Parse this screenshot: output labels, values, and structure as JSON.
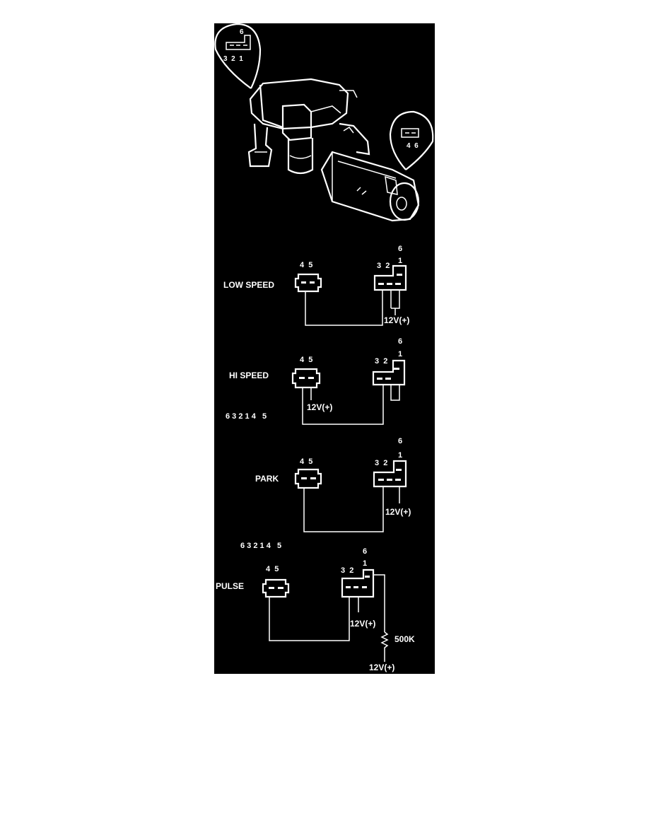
{
  "colors": {
    "panel": "#000000",
    "ink": "#ffffff",
    "page": "#ffffff"
  },
  "illustration": {
    "left_callout": {
      "top_pin": "6",
      "pins": "3  2  1"
    },
    "right_callout": {
      "pins": "4  6"
    }
  },
  "sections": {
    "low_speed": {
      "label": "LOW SPEED",
      "left_pins": "4  5",
      "right_pins": "3  2",
      "pin_1": "1",
      "pin_6": "6",
      "supply": "12V(+)"
    },
    "hi_speed": {
      "label": "HI SPEED",
      "left_pins": "4  5",
      "right_pins": "3  2",
      "pin_1": "1",
      "pin_6": "6",
      "supply": "12V(+)",
      "sequence": "6 3 2 1 4   5"
    },
    "park": {
      "label": "PARK",
      "left_pins": "4  5",
      "right_pins": "3  2",
      "pin_1": "1",
      "pin_6": "6",
      "supply": "12V(+)",
      "sequence": "6 3 2 1 4   5"
    },
    "pulse": {
      "label": "PULSE",
      "left_pins": "4  5",
      "right_pins": "3  2",
      "pin_1": "1",
      "pin_6": "6",
      "supply": "12V(+)",
      "resistor": "500K",
      "supply_bottom": "12V(+)"
    }
  }
}
